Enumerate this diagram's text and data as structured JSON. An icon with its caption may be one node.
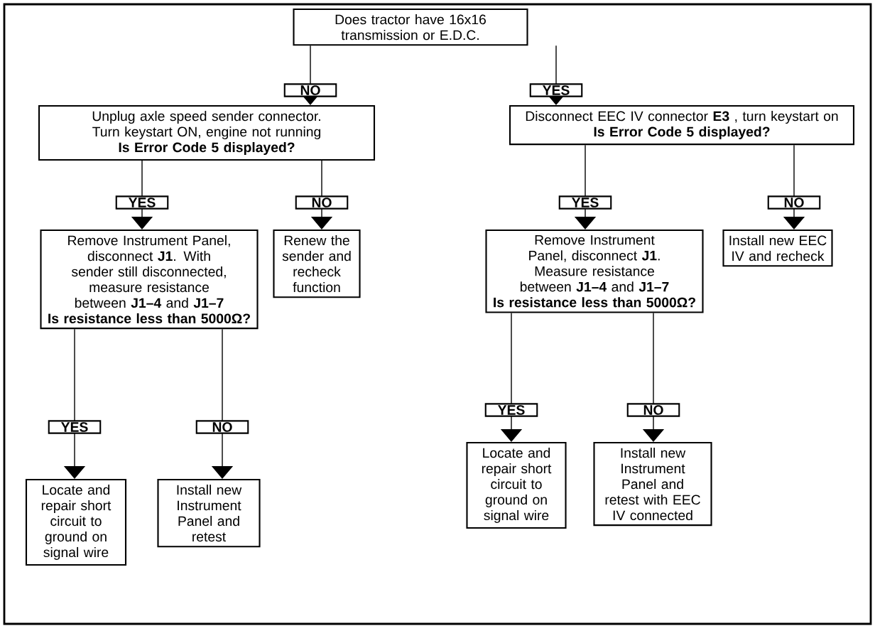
{
  "diagram": {
    "nodes": [
      {
        "text": [
          "Does tractor have 16x16 transmission or E.D.C."
        ]
      },
      {
        "text": [
          "Unplug axle speed sender connector. Turn keystart ON, engine not running",
          "Is Error Code 5 displayed?"
        ]
      },
      {
        "text": [
          "Disconnect EEC IV connector **E3** , turn keystart on",
          "Is Error Code 5 displayed?"
        ]
      },
      {
        "text": [
          "Remove Instrument Panel, disconnect **J1**. With sender still disconnected, measure resistance between **J1–4** and **J1–7**",
          "Is resistance less than 5000Ω?"
        ]
      },
      {
        "text": [
          "Renew the sender and recheck function"
        ]
      },
      {
        "text": [
          "Remove Instrument Panel, disconnect **J1**. Measure resistance between **J1–4** and **J1–7**",
          "Is resistance less than 5000Ω?"
        ]
      },
      {
        "text": [
          "Install new EEC IV and recheck"
        ]
      },
      {
        "text": [
          "Locate and repair short circuit to ground on signal wire"
        ]
      },
      {
        "text": [
          "Install new Instrument Panel and retest"
        ]
      },
      {
        "text": [
          "Locate and repair short circuit to ground on signal wire"
        ]
      },
      {
        "text": [
          "Install new Instrument Panel and retest with EEC IV connected"
        ]
      }
    ],
    "edges": [
      {
        "from": 0,
        "to": 1,
        "arrow": "to",
        "label": "NO"
      },
      {
        "from": 0,
        "to": 2,
        "arrow": "to",
        "label": "YES"
      },
      {
        "from": 1,
        "to": 3,
        "arrow": "to",
        "label": "YES"
      },
      {
        "from": 1,
        "to": 4,
        "arrow": "to",
        "label": "NO"
      },
      {
        "from": 2,
        "to": 5,
        "arrow": "to",
        "label": "YES"
      },
      {
        "from": 2,
        "to": 6,
        "arrow": "to",
        "label": "NO"
      },
      {
        "from": 3,
        "to": 7,
        "arrow": "to",
        "label": "YES"
      },
      {
        "from": 3,
        "to": 8,
        "arrow": "to",
        "label": "NO"
      },
      {
        "from": 5,
        "to": 9,
        "arrow": "to",
        "label": "YES"
      },
      {
        "from": 5,
        "to": 10,
        "arrow": "to",
        "label": "NO"
      }
    ]
  }
}
